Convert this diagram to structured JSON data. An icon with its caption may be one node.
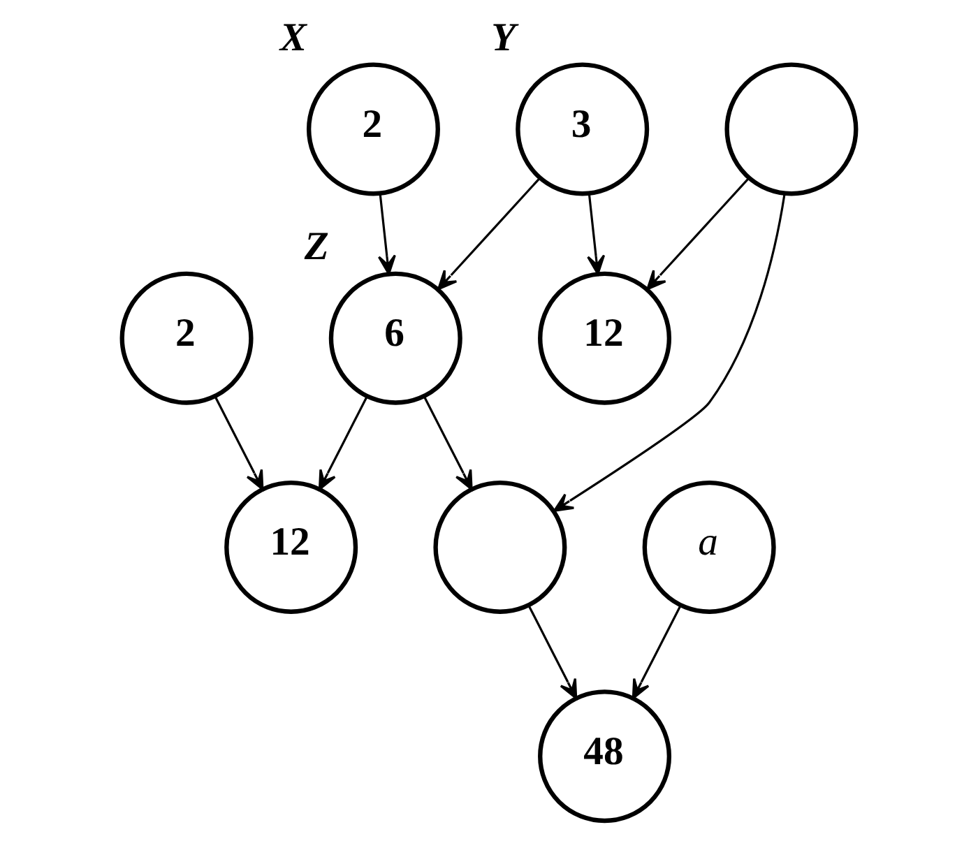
{
  "diagram": {
    "nodes": [
      {
        "text": [
          "2"
        ],
        "beside": [
          "X"
        ]
      },
      {
        "text": [
          "3"
        ],
        "beside": [
          "Y"
        ]
      },
      {
        "text": [
          "12"
        ]
      },
      {
        "text": [
          "6"
        ],
        "beside": [
          "Z"
        ]
      },
      {
        "text": [
          "12"
        ]
      },
      {
        "text": [],
        "shape": "circle"
      },
      {
        "text": [
          "a"
        ]
      },
      {
        "text": [
          "2"
        ]
      },
      {
        "text": [],
        "shape": "circle"
      },
      {
        "text": [
          "48"
        ]
      }
    ],
    "edges": [
      {
        "from": 0,
        "to": 3,
        "arrow": "to"
      },
      {
        "from": 1,
        "to": 3,
        "arrow": "to"
      },
      {
        "from": 1,
        "to": 2,
        "arrow": "to"
      },
      {
        "from": 5,
        "to": 2,
        "arrow": "to"
      },
      {
        "from": 3,
        "to": 4,
        "arrow": "to"
      },
      {
        "from": 7,
        "to": 4,
        "arrow": "to"
      },
      {
        "from": 3,
        "to": 8,
        "arrow": "to"
      },
      {
        "from": 5,
        "to": 8,
        "arrow": "to"
      },
      {
        "from": 8,
        "to": 9,
        "arrow": "to"
      },
      {
        "from": 6,
        "to": 9,
        "arrow": "to"
      }
    ]
  }
}
